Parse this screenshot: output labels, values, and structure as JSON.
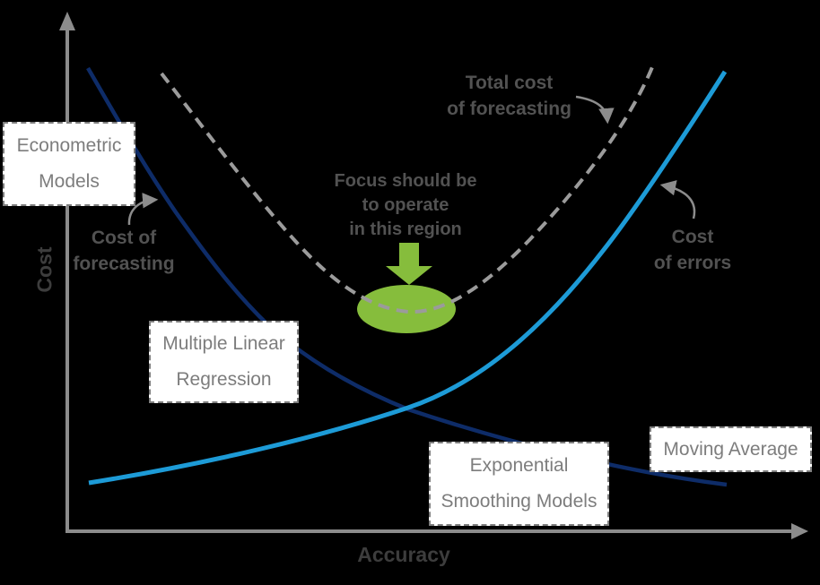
{
  "axes": {
    "x_label": "Accuracy",
    "y_label": "Cost"
  },
  "curve_labels": {
    "total_cost": {
      "line1": "Total cost",
      "line2": "of forecasting"
    },
    "cost_of_forecasting": {
      "line1": "Cost of",
      "line2": "forecasting"
    },
    "cost_of_errors": {
      "line1": "Cost",
      "line2": "of errors"
    }
  },
  "focus_note": {
    "line1": "Focus should be",
    "line2": "to operate",
    "line3": "in this region"
  },
  "model_boxes": {
    "econometric": {
      "line1": "Econometric",
      "line2": "Models"
    },
    "multiple_linear": {
      "line1": "Multiple Linear",
      "line2": "Regression"
    },
    "exponential": {
      "line1": "Exponential",
      "line2": "Smoothing Models"
    },
    "moving_average": {
      "line1": "Moving Average"
    }
  },
  "curves": {
    "total_cost": {
      "name": "Total cost of forecasting",
      "style": "dashed",
      "color": "#9b9b9b",
      "shape": "U-shaped with minimum at focus region"
    },
    "cost_of_forecasting": {
      "name": "Cost of forecasting",
      "style": "solid",
      "color": "#0e2c68",
      "shape": "decreasing as accuracy increases"
    },
    "cost_of_errors": {
      "name": "Cost of errors",
      "style": "solid",
      "color": "#1d9bd7",
      "shape": "increasing as accuracy increases"
    }
  },
  "focus_region": {
    "marker": "green ellipse at minimum of total cost curve with block arrow pointing down",
    "color": "#86bd3c"
  },
  "colors": {
    "background": "#000000",
    "axis": "#8c8c8c",
    "axis_label_text": "#3d3d3d",
    "annotation_text": "#525252",
    "annotation_arrow": "#8c8c8c",
    "box_text": "#7d7d7d",
    "box_border": "#7f7f7f",
    "box_background": "#ffffff",
    "total_cost_curve": "#9b9b9b",
    "cost_of_forecasting_curve": "#0e2c68",
    "cost_of_errors_curve": "#1d9bd7",
    "focus_green": "#86bd3c"
  }
}
